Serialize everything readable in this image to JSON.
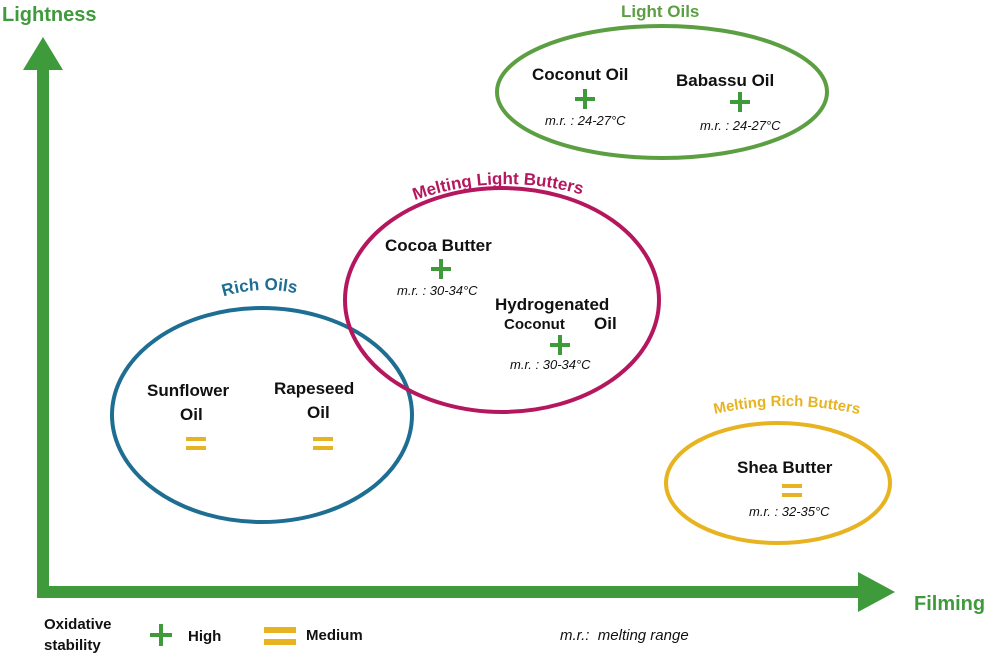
{
  "axes": {
    "y_label": "Lightness",
    "x_label": "Filming"
  },
  "colors": {
    "axis": "#3f9a3c",
    "light_oils": "#5c9f43",
    "melting_light_butters": "#b5175e",
    "rich_oils": "#1d6e92",
    "melting_rich_butters": "#e8b321",
    "high_symbol": "#3f9a3c",
    "medium_symbol": "#e8b321"
  },
  "groups": {
    "light_oils": {
      "title": "Light Oils",
      "items": [
        {
          "name": "Coconut Oil",
          "stability": "high",
          "melting_range": "m.r. : 24-27°C"
        },
        {
          "name": "Babassu Oil",
          "stability": "high",
          "melting_range": "m.r. : 24-27°C"
        }
      ]
    },
    "melting_light_butters": {
      "title": "Melting Light Butters",
      "items": [
        {
          "name": "Cocoa Butter",
          "stability": "high",
          "melting_range": "m.r. : 30-34°C"
        },
        {
          "name_line1": "Hydrogenated",
          "name_line2a": "Coconut",
          "name_line2b": "Oil",
          "stability": "high",
          "melting_range": "m.r. : 30-34°C"
        }
      ]
    },
    "rich_oils": {
      "title": "Rich Oils",
      "items": [
        {
          "name_line1": "Sunflower",
          "name_line2": "Oil",
          "stability": "medium"
        },
        {
          "name_line1": "Rapeseed",
          "name_line2": "Oil",
          "stability": "medium"
        }
      ]
    },
    "melting_rich_butters": {
      "title": "Melting Rich Butters",
      "items": [
        {
          "name": "Shea Butter",
          "stability": "medium",
          "melting_range": "m.r. : 32-35°C"
        }
      ]
    }
  },
  "legend": {
    "title_line1": "Oxidative",
    "title_line2": "stability",
    "high_label": "High",
    "medium_label": "Medium",
    "mr_note": "m.r.:  melting range"
  }
}
